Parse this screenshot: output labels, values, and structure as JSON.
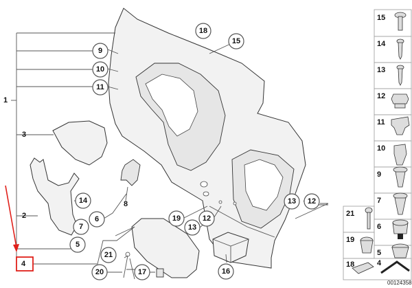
{
  "diagram": {
    "main_callouts": {
      "c18": "18",
      "c15": "15",
      "c9": "9",
      "c10": "10",
      "c11": "11",
      "c14": "14",
      "c7": "7",
      "c6": "6",
      "c5": "5",
      "c8": "8",
      "c19": "19",
      "c13a": "13",
      "c12a": "12",
      "c13b": "13",
      "c12b": "12",
      "c21": "21",
      "c20": "20",
      "c17": "17",
      "c16": "16"
    },
    "bracket_labels": {
      "b1": "1",
      "b3": "3",
      "b2": "2",
      "b4": "4"
    },
    "sidebar": {
      "p15": "15",
      "p14": "14",
      "p13": "13",
      "p12": "12",
      "p11": "11",
      "p10": "10",
      "p9": "9",
      "p7": "7",
      "p6": "6",
      "p21": "21",
      "p5": "5",
      "p19": "19",
      "p4": "4",
      "p18": "18"
    },
    "doc_id": "00124358",
    "annotation": {
      "color": "#e0201a"
    }
  }
}
